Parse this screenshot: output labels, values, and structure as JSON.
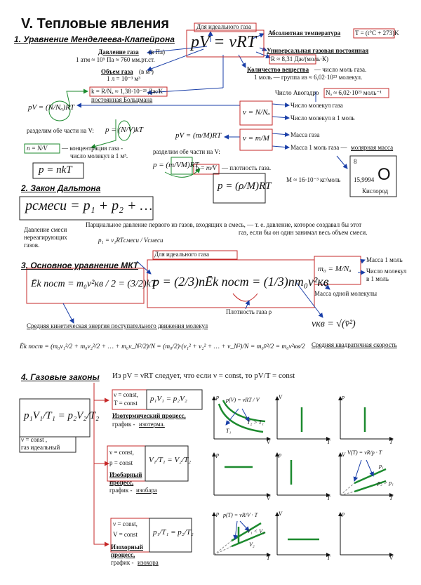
{
  "title": "V. Тепловые явления",
  "s1": {
    "heading": "1. Уравнение Менделеева-Клапейрона",
    "ideal_gas": "Для идеального газа",
    "formula": "pV = νRT",
    "abs_temp_label": "Абсолютная температура",
    "abs_temp_formula": "T = (t°C + 273)K",
    "pressure_label": "Давление газа",
    "pressure_unit": "(в Па)",
    "pressure_conv": "1 атм ≈ 10⁵ Па ≈ 760 мм.рт.ст.",
    "volume_label": "Объем газа",
    "volume_unit": "(в м³)",
    "volume_conv": "1 л = 10⁻³ м³",
    "gas_const_label": "Универсальная газовая постоянная",
    "gas_const_value": "R ≈ 8,31 Дж/(моль·К)",
    "amount_label": "Количество вещества",
    "amount_desc": "— число моль газа.",
    "amount_desc2": "1 моль — группа из ≈ 6,02·10²³ молекул.",
    "boltzmann_value": "k = R/Nₐ ≈ 1,38·10⁻²³ Дж/К",
    "boltzmann_label": "постоянная Больцмана",
    "avogadro_label": "Число Авогадро",
    "avogadro_value": "Nₐ ≈ 6,02·10²³ моль⁻¹",
    "p_nrt": "pV = (N/Nₐ)RT",
    "divide_by_v": "разделим обе части на V:",
    "p_nkt_frac": "p = (N/V)kT",
    "n_def": "n = N/V",
    "n_desc": "— концентрация газа -",
    "n_desc2": "число молекул в 1 м³.",
    "p_nkt": "p = nkT",
    "nu_nna": "ν = N/Nₐ",
    "num_molecules": "Число молекул газа",
    "num_molecules_mol": "Число молекул в 1 моль",
    "p_m_mrt": "pV = (m/M)RT",
    "nu_mm": "ν = m/M",
    "gas_mass": "Масса газа",
    "molar_mass": "Масса 1 моль газа —",
    "molar_mass_u": "молярная масса",
    "divide_by_v2": "разделим обе части на V:",
    "p_mvm": "p = (m/VM)RT",
    "rho_def": "ρ = m/V",
    "rho_desc": "— плотность газа.",
    "p_rho": "p = (ρ/M)RT",
    "m_oxygen": "M ≈ 16·10⁻³ кг/моль",
    "oxygen_num": "8",
    "oxygen_mass": "15,9994",
    "oxygen_symbol": "O",
    "oxygen_name": "Кислород"
  },
  "s2": {
    "heading": "2. Закон Дальтона",
    "formula": "pсмеси = p₁ + p₂ + …",
    "mix_pressure": "Давление смеси",
    "mix_pressure2": "нереагирующих",
    "mix_pressure3": "газов.",
    "partial_1": "Парциальное давление первого из газов, входящих в смесь, — т. е. давление, которое создавал бы этот",
    "partial_2": "газ, если бы он один занимал весь объем смеси.",
    "p1_formula": "p₁ = ν₁RTсмеси / Vсмеси"
  },
  "s3": {
    "heading": "3. Основное уравнение МКТ",
    "ideal_gas": "Для идеального газа",
    "ek_formula": "Ēk пост = m₀v²кв / 2 = (3/2)kT",
    "main_formula": "p = (2/3)nĒk пост = (1/3)nm₀v²кв",
    "m0_formula": "m₀ = M/Nₐ",
    "mass_mol": "Масса 1 моль",
    "num_mol": "Число молекул",
    "num_mol2": "в 1 моль",
    "mass_molecule": "Масса одной молекулы",
    "density": "Плотность газа ρ",
    "avg_ke": "Средняя кинетическая энергия поступательного движения молекул",
    "v_rms": "vкв = √(v̄²)",
    "v_rms_label": "Средняя квадратичная скорость",
    "expand": "Ēk пост = (m₀v₁²/2 + m₀v₂²/2 + … + m₀v_N²/2)/N = (m₀/2)·(v₁² + v₂² + … + v_N²)/N = m₀v̄²/2 = m₀v²кв/2"
  },
  "s4": {
    "heading": "4. Газовые законы",
    "intro": "Из pV = νRT следует, что если ν = const, то pV/T = const",
    "general": "p₁V₁/T₁ = p₂V₂/T₂",
    "cond": "ν = const ,",
    "cond2": "газ идеальный",
    "iso_t_cond1": "ν = const,",
    "iso_t_cond2": "T = const",
    "iso_t_formula": "p₁V₁ = p₂V₂",
    "iso_t_name": "Изотермический процесс,",
    "iso_t_graph": "график -",
    "iso_t_graph_u": "изотерма.",
    "iso_p_cond1": "ν = const,",
    "iso_p_cond2": "p = const",
    "iso_p_formula": "V₁/T₁ = V₂/T₂",
    "iso_p_name": "Изобарный",
    "iso_p_name2": "процесс,",
    "iso_p_graph": "график -",
    "iso_p_graph_u": "изобара",
    "iso_v_cond1": "ν = const,",
    "iso_v_cond2": "V = const",
    "iso_v_formula": "p₁/T₁ = p₂/T₂",
    "iso_v_name": "Изохорный",
    "iso_v_name2": "процесс,",
    "iso_v_graph": "график -",
    "iso_v_graph_u": "изохора",
    "g1_eq": "p(V) = νRT / V",
    "g1_cmp": "T₂ > T₁",
    "g1_t1": "T₁",
    "g2_eq": "V(T) = νR/p · T",
    "g2_p1": "p₁",
    "g2_cmp": "p₂ > p₁",
    "g3_eq": "p(T) = νR/V · T",
    "g3_cmp": "V₁ < V₂",
    "g3_v2": "V₂",
    "axis_p": "p",
    "axis_v": "V",
    "axis_t": "T"
  }
}
